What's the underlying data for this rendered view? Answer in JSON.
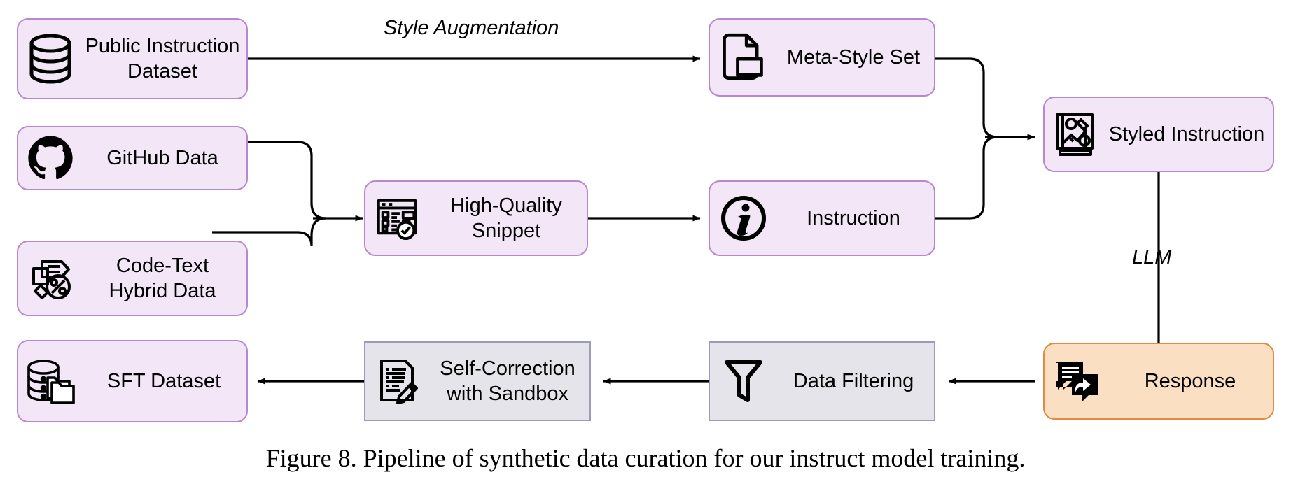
{
  "figure": {
    "caption": "Figure 8. Pipeline of synthetic data curation for our instruct model training."
  },
  "colors": {
    "purple_fill": "#f2e6f7",
    "purple_border": "#b987d0",
    "orange_fill": "#fbdfc3",
    "orange_border": "#e08a43",
    "gray_fill": "#e4e4ea",
    "gray_border": "#9c9cba",
    "arrow": "#000000",
    "text": "#000000"
  },
  "nodes": {
    "public_instruction_dataset": {
      "label": "Public Instruction\nDataset",
      "icon": "database-icon",
      "style": "purple"
    },
    "github_data": {
      "label": "GitHub Data",
      "icon": "github-icon",
      "style": "purple"
    },
    "code_text_hybrid_data": {
      "label": "Code-Text\nHybrid Data",
      "icon": "code-text-percent-icon",
      "style": "purple"
    },
    "high_quality_snippet": {
      "label": "High-Quality\nSnippet",
      "icon": "checklist-window-icon",
      "style": "purple"
    },
    "meta_style_set": {
      "label": "Meta-Style Set",
      "icon": "document-style-icon",
      "style": "purple"
    },
    "instruction": {
      "label": "Instruction",
      "icon": "info-circle-icon",
      "style": "purple"
    },
    "styled_instruction": {
      "label": "Styled Instruction",
      "icon": "styled-image-icon",
      "style": "purple"
    },
    "response": {
      "label": "Response",
      "icon": "chat-reply-icon",
      "style": "orange"
    },
    "data_filtering": {
      "label": "Data Filtering",
      "icon": "funnel-icon",
      "style": "gray"
    },
    "self_correction": {
      "label": "Self-Correction\nwith Sandbox",
      "icon": "document-pencil-icon",
      "style": "gray"
    },
    "sft_dataset": {
      "label": "SFT Dataset",
      "icon": "database-files-icon",
      "style": "purple"
    }
  },
  "edge_labels": {
    "style_augmentation": "Style Augmentation",
    "llm": "LLM"
  }
}
